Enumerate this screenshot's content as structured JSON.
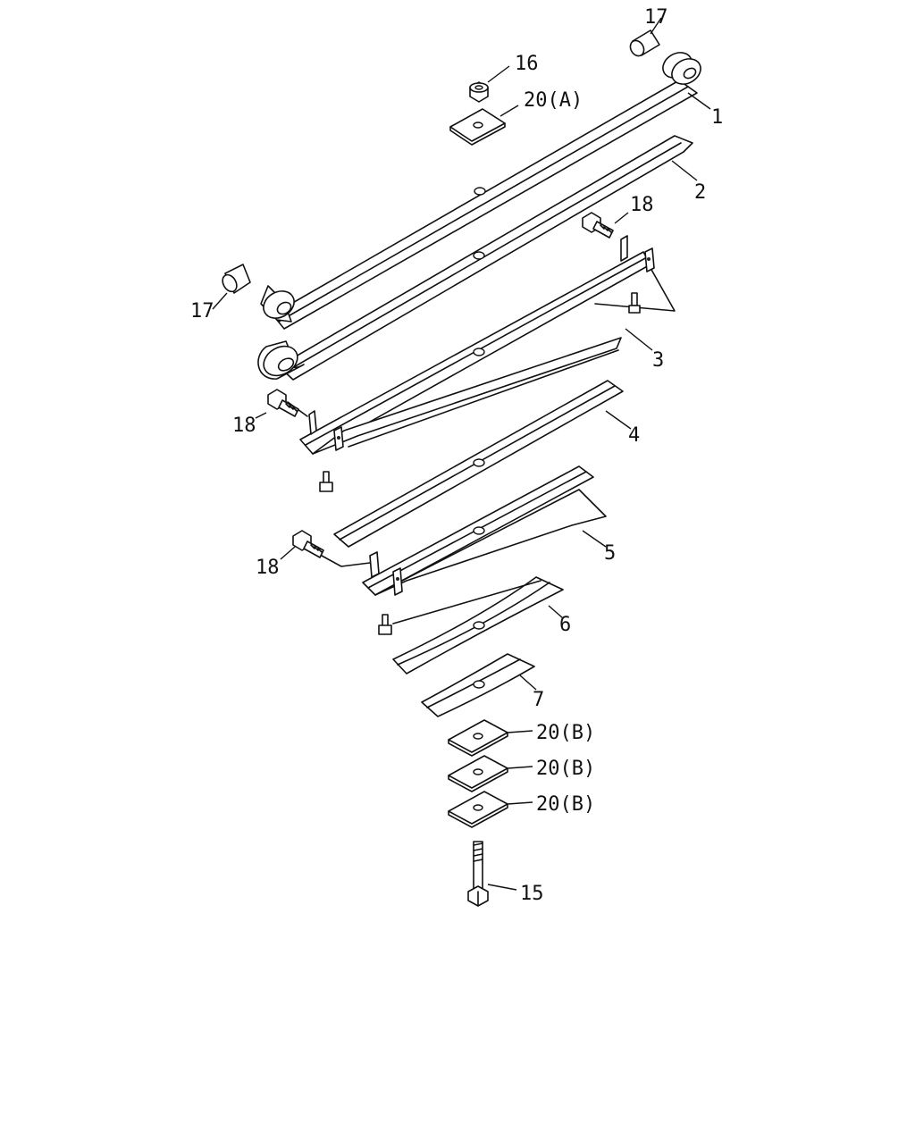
{
  "callouts": {
    "c1": "1",
    "c2": "2",
    "c3": "3",
    "c4": "4",
    "c5": "5",
    "c6": "6",
    "c7": "7",
    "c15": "15",
    "c16": "16",
    "c17_top": "17",
    "c17_left": "17",
    "c18_top": "18",
    "c18_mid": "18",
    "c18_low": "18",
    "c20a": "20(A)",
    "c20b_1": "20(B)",
    "c20b_2": "20(B)",
    "c20b_3": "20(B)"
  }
}
